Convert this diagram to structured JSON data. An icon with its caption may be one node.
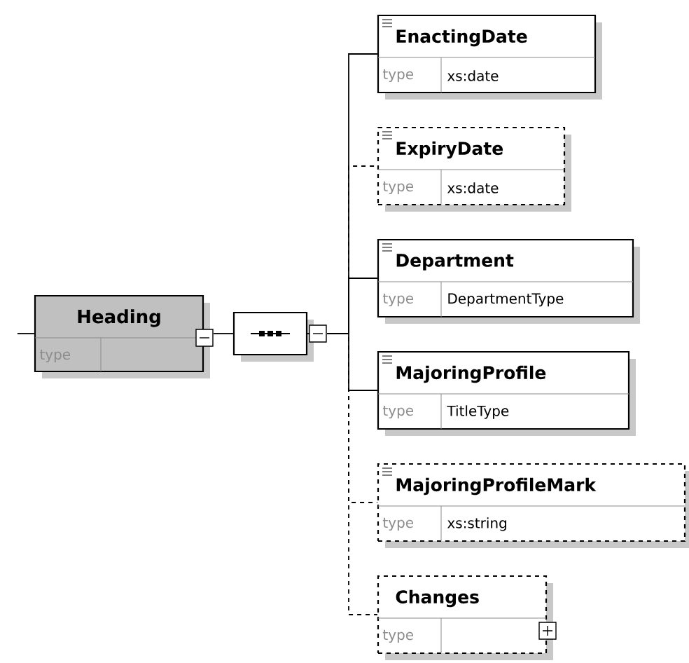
{
  "diagram": {
    "nodes": [
      {
        "text": [
          "Heading",
          "type"
        ]
      },
      {
        "text": [],
        "shape": "octagon"
      },
      {
        "text": [
          "EnactingDate",
          "type",
          "xs:date"
        ]
      },
      {
        "text": [
          "ExpiryDate",
          "type",
          "xs:date"
        ]
      },
      {
        "text": [
          "Department",
          "type",
          "DepartmentType"
        ]
      },
      {
        "text": [
          "MajoringProfile",
          "type",
          "TitleType"
        ]
      },
      {
        "text": [
          "MajoringProfileMark",
          "type",
          "xs:string"
        ]
      },
      {
        "text": [
          "Changes",
          "type"
        ]
      }
    ],
    "edges": [
      {
        "from": null,
        "to": 0,
        "arrow": "none"
      },
      {
        "from": 0,
        "to": 1,
        "arrow": "none"
      },
      {
        "from": 1,
        "to": 2,
        "arrow": "none"
      },
      {
        "from": 1,
        "to": 3,
        "arrow": "none",
        "style": "dashed"
      },
      {
        "from": 1,
        "to": 4,
        "arrow": "none"
      },
      {
        "from": 1,
        "to": 5,
        "arrow": "none"
      },
      {
        "from": 1,
        "to": 6,
        "arrow": "none",
        "style": "dashed"
      },
      {
        "from": 1,
        "to": 7,
        "arrow": "none",
        "style": "dashed"
      }
    ]
  }
}
